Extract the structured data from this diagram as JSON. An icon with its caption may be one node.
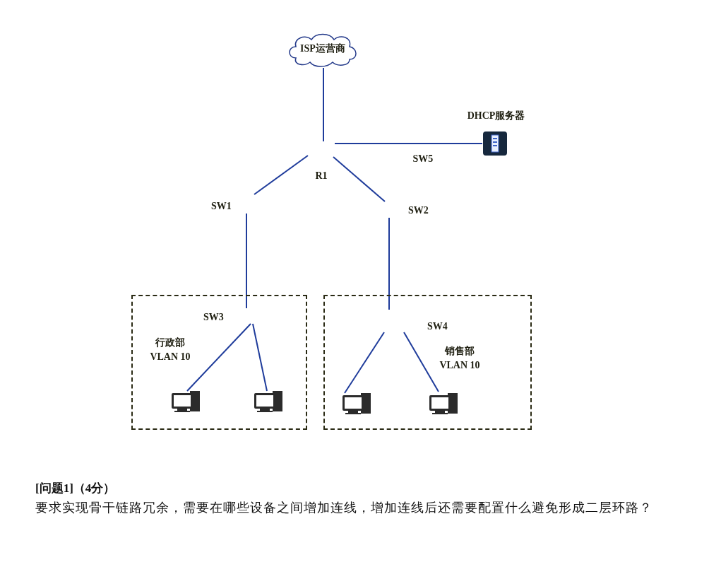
{
  "diagram": {
    "nodes": [
      {
        "text": [
          "ISP运营商"
        ]
      },
      {
        "text": [
          "R1"
        ]
      },
      {
        "text": [
          "DHCP服务器"
        ]
      },
      {
        "text": [
          "SW1"
        ]
      },
      {
        "text": [
          "SW2"
        ]
      },
      {
        "text": [
          "行政部 VLAN 10"
        ]
      },
      {
        "text": [
          "SW3"
        ],
        "in": 5
      },
      {
        "text": [],
        "shape": "computer",
        "in": 5
      },
      {
        "text": [],
        "shape": "computer",
        "in": 5
      },
      {
        "text": [
          "销售部 VLAN 10"
        ]
      },
      {
        "text": [
          "SW4"
        ],
        "in": 9
      },
      {
        "text": [],
        "shape": "computer",
        "in": 9
      },
      {
        "text": [],
        "shape": "computer",
        "in": 9
      }
    ],
    "edges": [
      {
        "from": 0,
        "to": 1,
        "arrow": "none"
      },
      {
        "from": 1,
        "to": 2,
        "arrow": "none",
        "label": "SW5"
      },
      {
        "from": 1,
        "to": 3,
        "arrow": "none"
      },
      {
        "from": 1,
        "to": 4,
        "arrow": "none"
      },
      {
        "from": 3,
        "to": 6,
        "arrow": "none"
      },
      {
        "from": 4,
        "to": 10,
        "arrow": "none"
      },
      {
        "from": 6,
        "to": 7,
        "arrow": "none"
      },
      {
        "from": 6,
        "to": 8,
        "arrow": "none"
      },
      {
        "from": 10,
        "to": 11,
        "arrow": "none"
      },
      {
        "from": 10,
        "to": 12,
        "arrow": "none"
      }
    ],
    "labels": [
      "[问题1]（4分）",
      "要求实现骨干链路冗余，需要在哪些设备之间增加连线，增加连线后还需要配置什么避免形成二层环路？"
    ]
  }
}
